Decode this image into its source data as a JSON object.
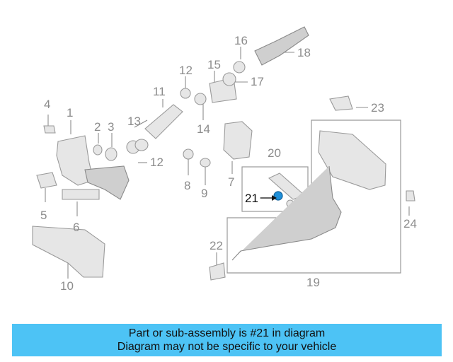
{
  "diagram": {
    "callouts": {
      "n1": "1",
      "n2": "2",
      "n3": "3",
      "n4": "4",
      "n5": "5",
      "n6": "6",
      "n7": "7",
      "n8": "8",
      "n9": "9",
      "n10": "10",
      "n11": "11",
      "n12a": "12",
      "n12b": "12",
      "n13": "13",
      "n14": "14",
      "n15": "15",
      "n16": "16",
      "n17": "17",
      "n18": "18",
      "n19": "19",
      "n20": "20",
      "n21": "21",
      "n22": "22",
      "n23": "23",
      "n24": "24"
    },
    "highlighted_part": "21",
    "colors": {
      "highlight": "#1f8fd8",
      "banner": "#4dc3f5",
      "line": "#8c8c8c"
    }
  },
  "banner": {
    "line1": "Part or sub-assembly is #21 in diagram",
    "line2": "Diagram may not be specific to your vehicle"
  }
}
